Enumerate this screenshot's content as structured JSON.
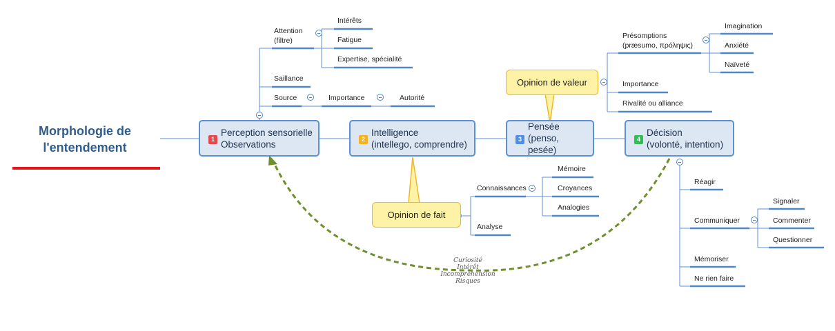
{
  "title": {
    "line1": "Morphologie de",
    "line2": "l'entendement"
  },
  "colors": {
    "node_fill": "#dde7f3",
    "node_border": "#5b8fd6",
    "branch_line": "#5b8fd6",
    "callout_fill": "#fdf2a6",
    "callout_border": "#f2b627",
    "loop_arrow": "#6f8f2e",
    "title_underline": "#e3171b"
  },
  "nodes": [
    {
      "badge": "1",
      "badge_color": "#e8474d",
      "line1": "Perception sensorielle",
      "line2": "Observations"
    },
    {
      "badge": "2",
      "badge_color": "#f5b21d",
      "line1": "Intelligence",
      "line2": "(intellego, comprendre)"
    },
    {
      "badge": "3",
      "badge_color": "#4d8ee8",
      "line1": "Pensée",
      "line2": "(penso, pesée)"
    },
    {
      "badge": "4",
      "badge_color": "#2fbf55",
      "line1": "Décision",
      "line2": "(volonté, intention)"
    }
  ],
  "perception": {
    "attention": "Attention",
    "attention_sub": "(filtre)",
    "interets": "Intérêts",
    "fatigue": "Fatigue",
    "expertise": "Expertise, spécialité",
    "saillance": "Saillance",
    "source": "Source",
    "importance": "Importance",
    "autorite": "Autorité"
  },
  "intelligence": {
    "connaissances": "Connaissances",
    "memoire": "Mémoire",
    "croyances": "Croyances",
    "analogies": "Analogies",
    "analyse": "Analyse"
  },
  "pensee": {
    "presomptions": "Présomptions",
    "presomptions_sub": "(præsumo, πρόληψις)",
    "imagination": "Imagination",
    "anxiete": "Anxiété",
    "naivete": "Naïveté",
    "importance": "Importance",
    "rivalite": "Rivalité ou alliance"
  },
  "decision": {
    "reagir": "Réagir",
    "communiquer": "Communiquer",
    "signaler": "Signaler",
    "commenter": "Commenter",
    "questionner": "Questionner",
    "memoriser": "Mémoriser",
    "ne_rien_faire": "Ne rien faire"
  },
  "callouts": {
    "valeur": "Opinion de valeur",
    "fait": "Opinion de fait"
  },
  "loop_labels": [
    "Curiosité",
    "Intérêt",
    "Incompréhension",
    "Risques"
  ]
}
